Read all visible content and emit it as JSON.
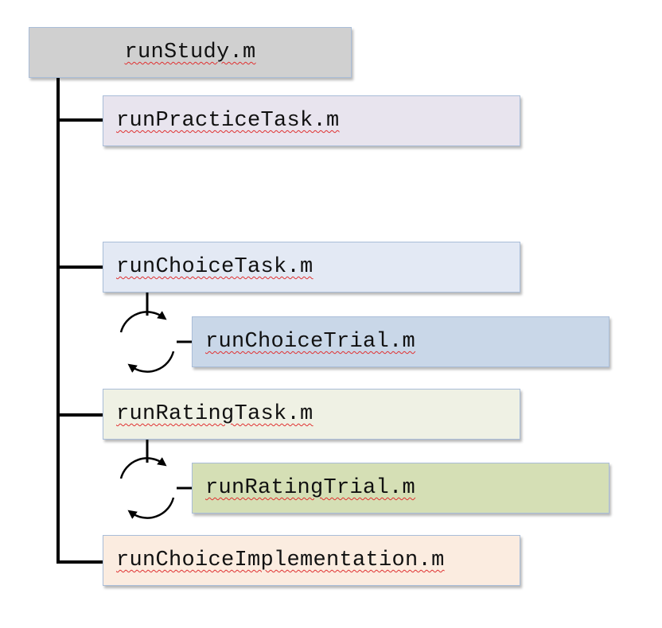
{
  "diagram": {
    "root": {
      "label": "runStudy.m",
      "fill": "#d0d0d0"
    },
    "children": [
      {
        "label": "runPracticeTask.m",
        "fill": "#e8e4ee"
      },
      {
        "label": "runChoiceTask.m",
        "fill": "#e3e9f4"
      },
      {
        "label": "runChoiceTrial.m",
        "fill": "#c9d7e8"
      },
      {
        "label": "runRatingTask.m",
        "fill": "#eff1e4"
      },
      {
        "label": "runRatingTrial.m",
        "fill": "#d5dfb5"
      },
      {
        "label": "runChoiceImplementation.m",
        "fill": "#fbece0"
      }
    ],
    "loop_icons": [
      "loop-cycle-icon",
      "loop-cycle-icon"
    ],
    "colors": {
      "line": "#000000",
      "border": "#a9bdd8",
      "spellcheck_underline": "#e03030"
    }
  }
}
